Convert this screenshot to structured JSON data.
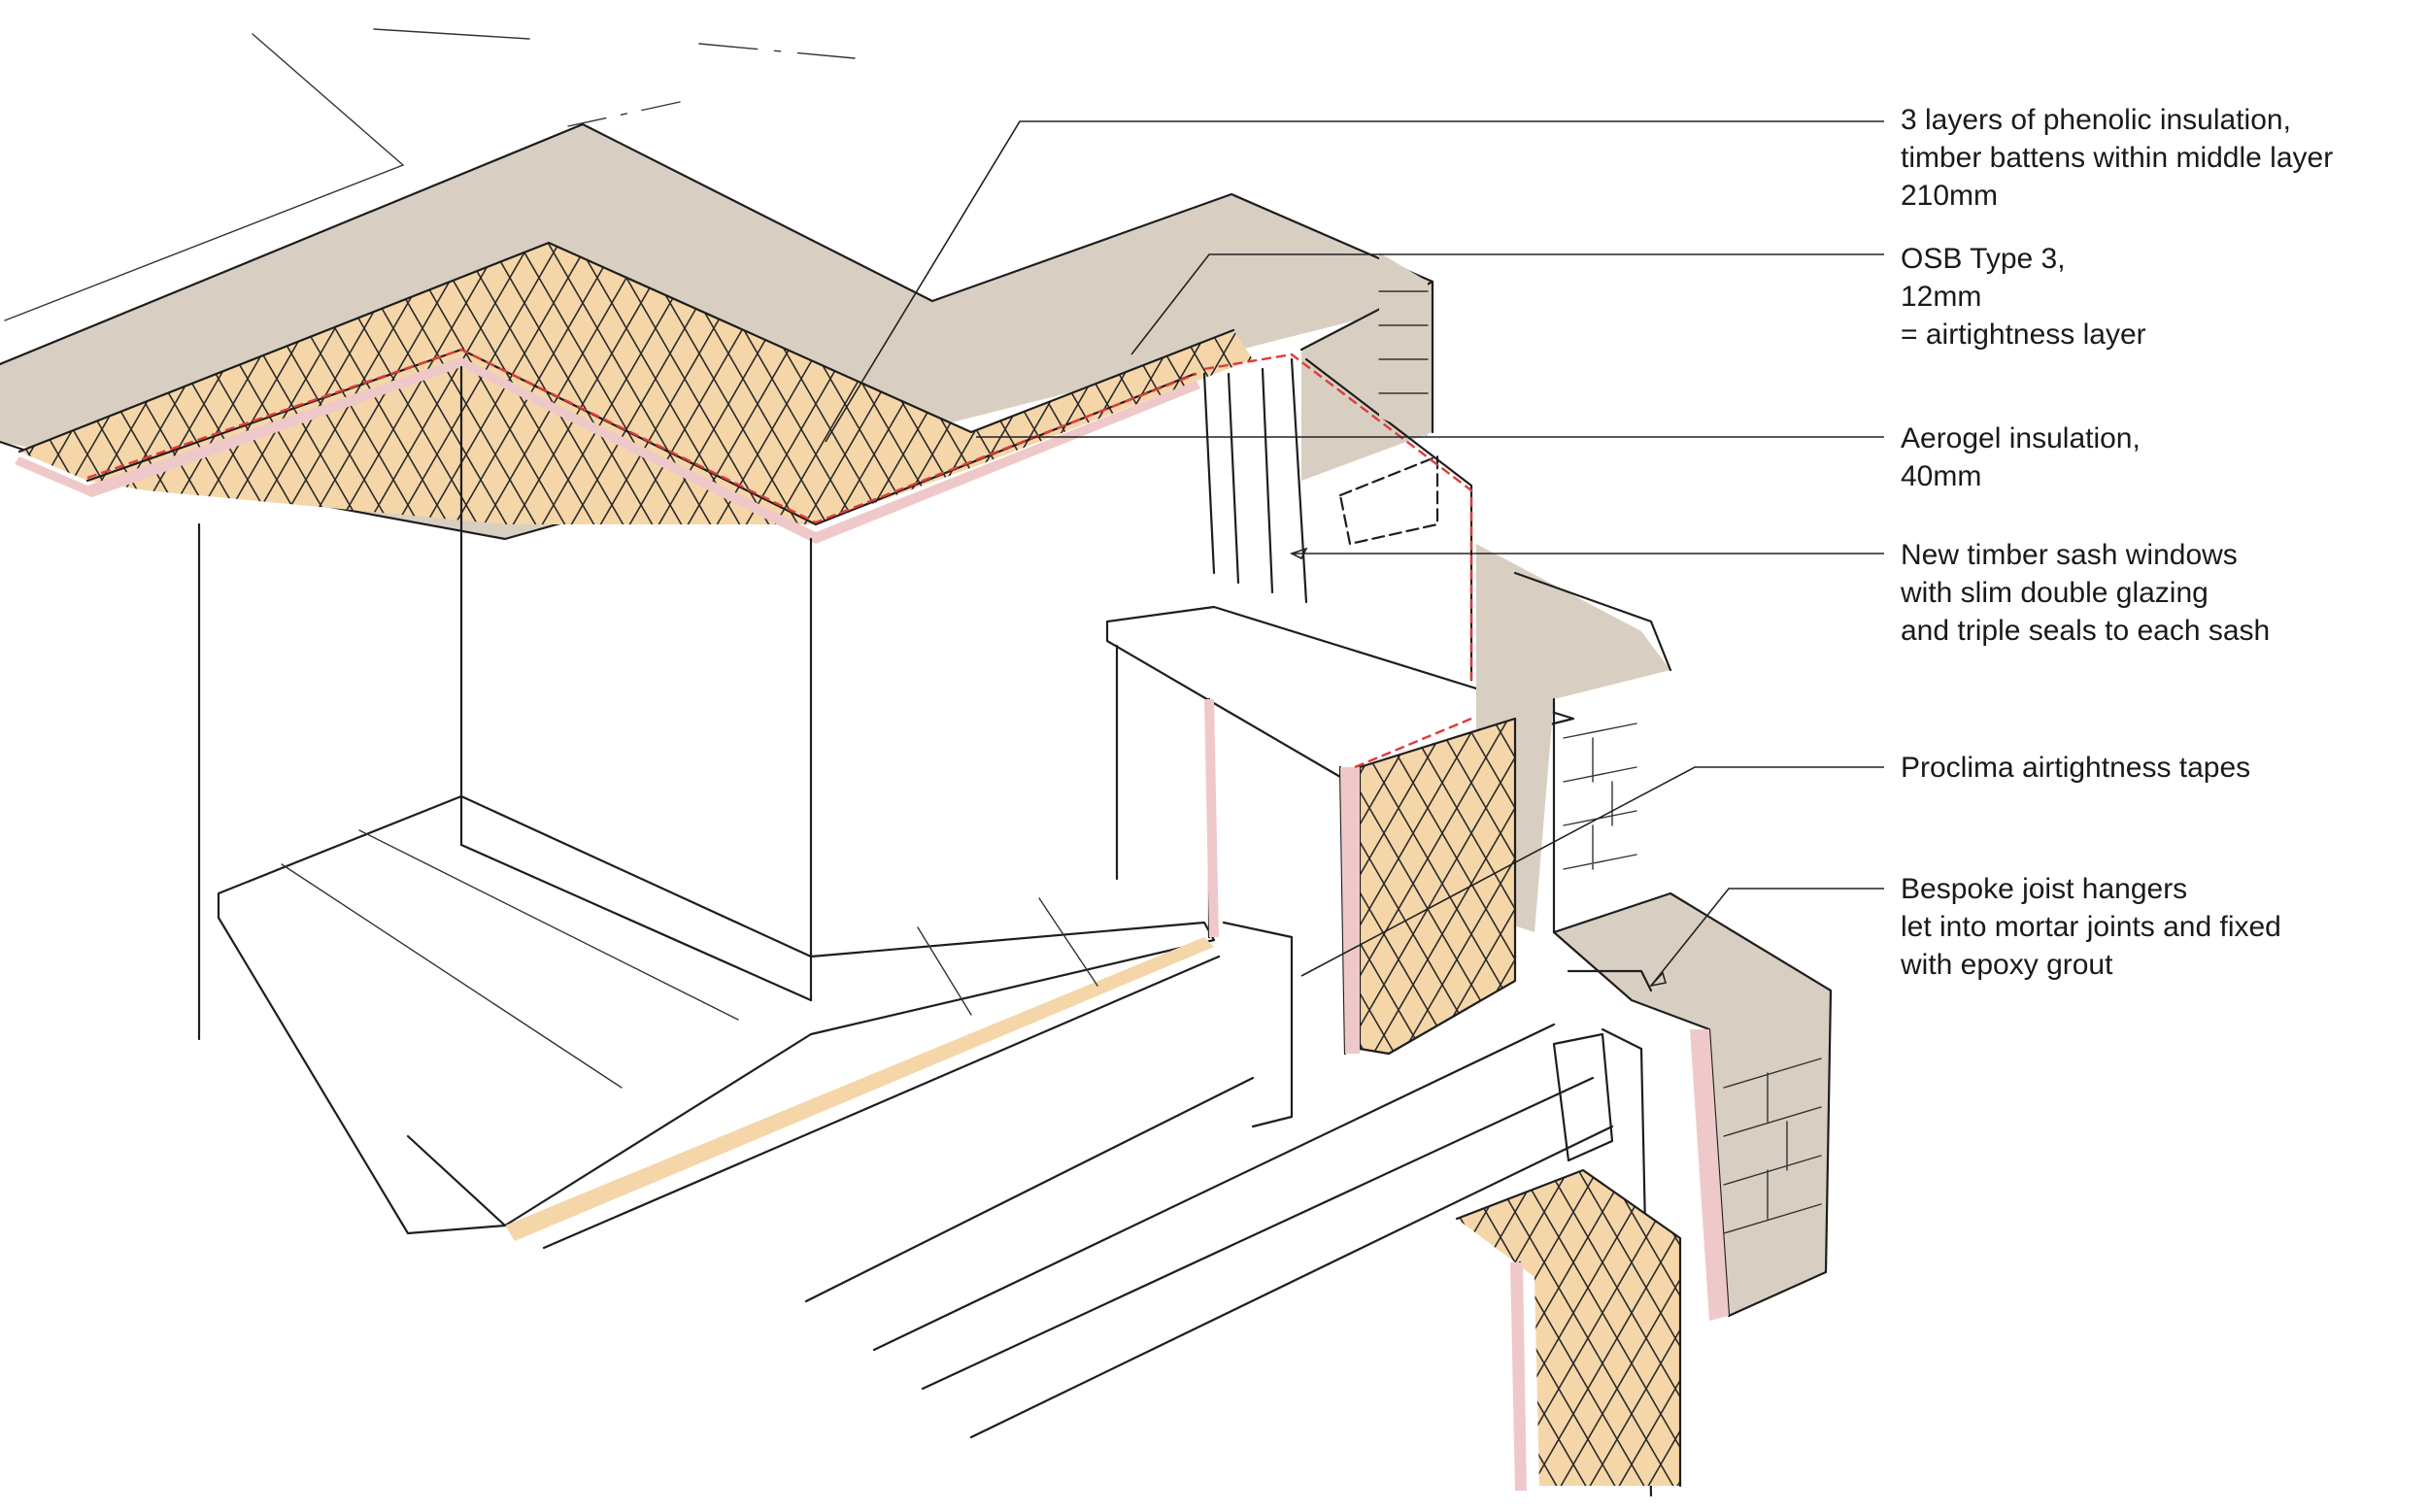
{
  "annotations": [
    {
      "id": "phenolic",
      "lines": [
        "3 layers of phenolic insulation,",
        "timber battens within middle layer",
        "210mm"
      ]
    },
    {
      "id": "osb",
      "lines": [
        "OSB Type 3,",
        "12mm",
        "= airtightness layer"
      ]
    },
    {
      "id": "aerogel",
      "lines": [
        "Aerogel insulation,",
        "40mm"
      ]
    },
    {
      "id": "sash",
      "lines": [
        "New timber sash windows",
        "with slim double glazing",
        "and triple seals to each sash"
      ]
    },
    {
      "id": "tapes",
      "lines": [
        "Proclima airtightness tapes"
      ]
    },
    {
      "id": "hangers",
      "lines": [
        "Bespoke joist hangers",
        "let into mortar joints and fixed",
        "with epoxy grout"
      ]
    }
  ],
  "colors": {
    "insulation": "#f5d6a8",
    "masonry": "#d8cfc2",
    "membrane": "#efc9c9",
    "airtightness_line": "#e03b3b",
    "ink": "#1e1e1e"
  }
}
